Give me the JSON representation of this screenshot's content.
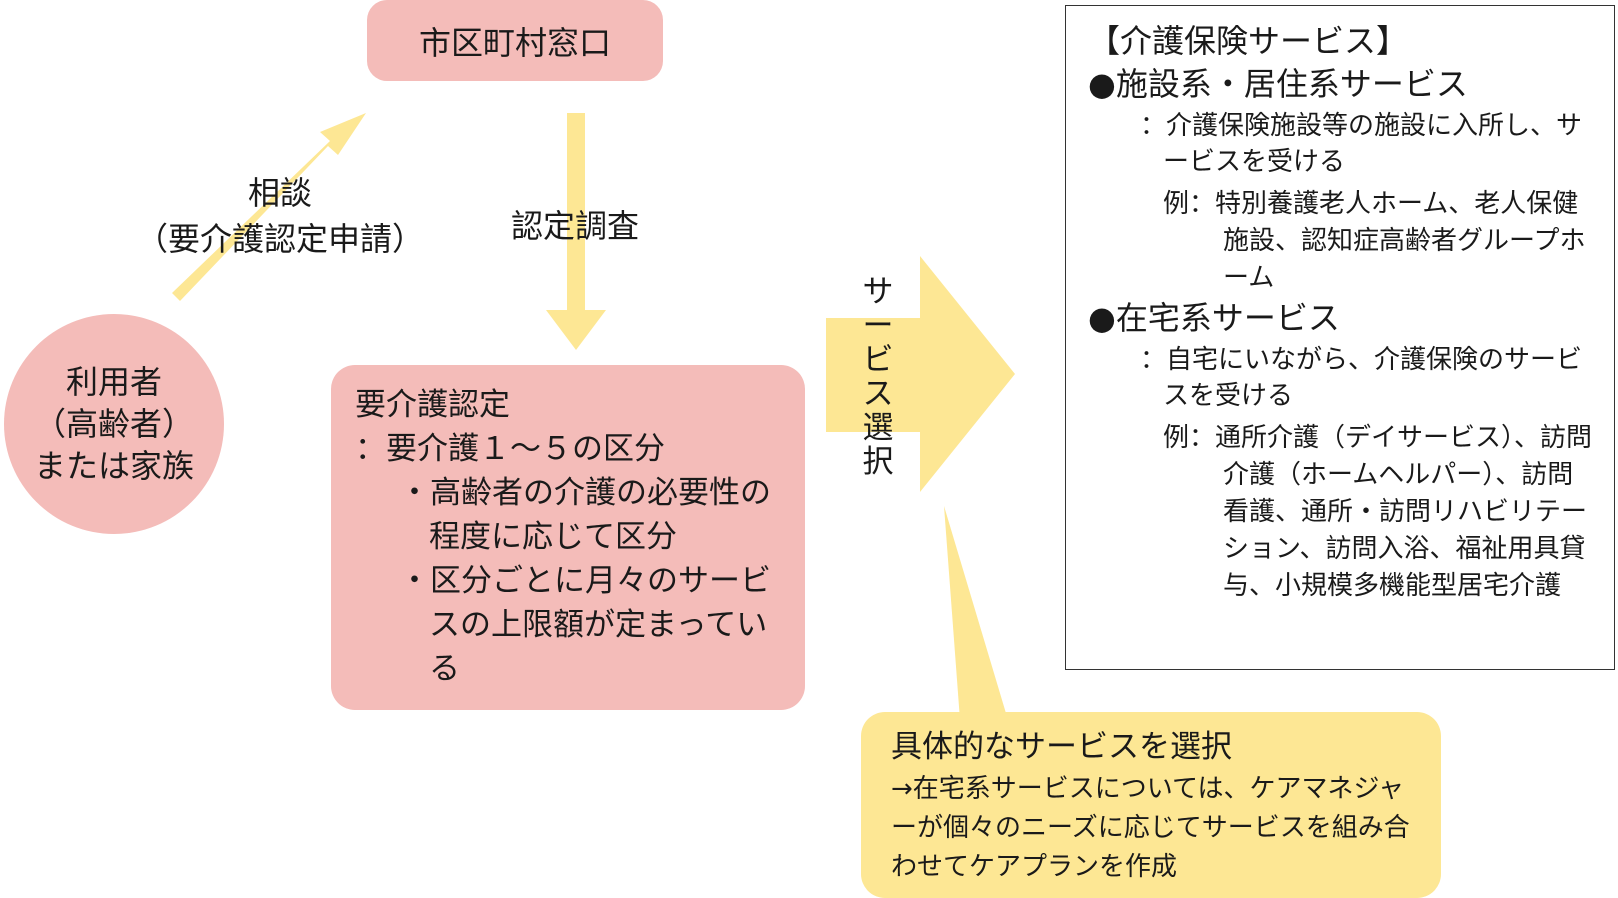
{
  "window": {
    "label": "市区町村窓口"
  },
  "user": {
    "lines": [
      "利用者",
      "（高齢者）",
      "または家族"
    ]
  },
  "consult": {
    "line1": "相談",
    "line2": "（要介護認定申請）"
  },
  "survey": {
    "label": "認定調査"
  },
  "select_arrow": {
    "label": "サービス選択"
  },
  "certification": {
    "title": "要介護認定",
    "sub": "：要介護１～５の区分",
    "items": [
      "・高齢者の介護の必要性の程度に応じて区分",
      "・区分ごとに月々のサービスの上限額が定まっている"
    ]
  },
  "service": {
    "title": "【介護保険サービス】",
    "facility": {
      "heading": "●施設系・居住系サービス",
      "desc": "：介護保険施設等の施設に入所し、サービスを受ける",
      "example": "例：特別養護老人ホーム、老人保健施設、認知症高齢者グループホーム"
    },
    "home": {
      "heading": "●在宅系サービス",
      "desc": "：自宅にいながら、介護保険のサービスを受ける",
      "example": "例：通所介護（デイサービス）、訪問介護（ホームヘルパー）、訪問看護、通所・訪問リハビリテーション、訪問入浴、福祉用具貸与、小規模多機能型居宅介護"
    }
  },
  "choose": {
    "title": "具体的なサービスを選択",
    "body": "→在宅系サービスについては、ケアマネジャーが個々のニーズに応じてサービスを組み合わせてケアプランを作成"
  },
  "colors": {
    "pink": "#f4bcb9",
    "yellow": "#fde794",
    "border": "#333333"
  }
}
